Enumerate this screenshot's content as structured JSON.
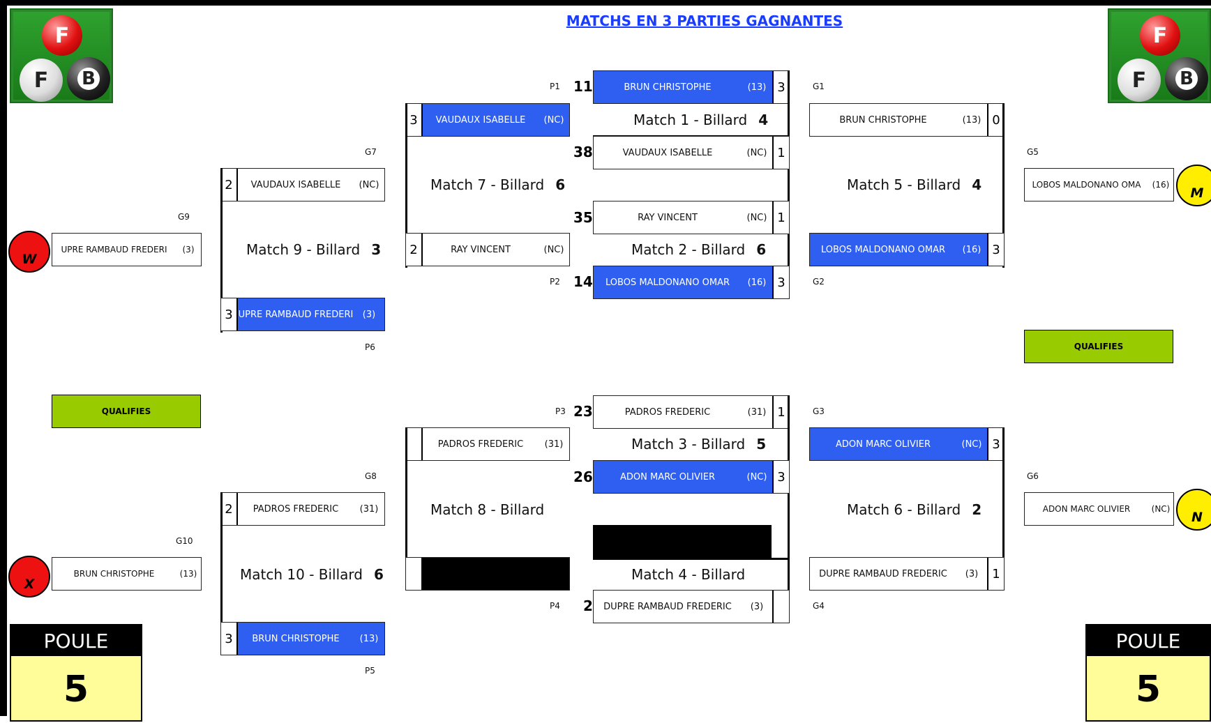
{
  "title": "MATCHS EN 3 PARTIES GAGNANTES",
  "logo": {
    "letters": [
      "F",
      "F",
      "B"
    ]
  },
  "tags": {
    "p1": "P1",
    "p2": "P2",
    "p3": "P3",
    "p4": "P4",
    "p5": "P5",
    "p6": "P6",
    "g1": "G1",
    "g2": "G2",
    "g3": "G3",
    "g4": "G4",
    "g5": "G5",
    "g6": "G6",
    "g7": "G7",
    "g8": "G8",
    "g9": "G9",
    "g10": "G10"
  },
  "seeds": {
    "p1": "11",
    "s38": "38",
    "s35": "35",
    "p2": "14",
    "p3": "23",
    "s26": "26",
    "p4": "2"
  },
  "matches": {
    "m1": {
      "label": "Match 1 - Billard",
      "table": "4"
    },
    "m2": {
      "label": "Match 2 - Billard",
      "table": "6"
    },
    "m3": {
      "label": "Match 3 - Billard",
      "table": "5"
    },
    "m4": {
      "label": "Match 4 - Billard",
      "table": ""
    },
    "m5": {
      "label": "Match 5 - Billard",
      "table": "4"
    },
    "m6": {
      "label": "Match 6 - Billard",
      "table": "2"
    },
    "m7": {
      "label": "Match 7 - Billard",
      "table": "6"
    },
    "m8": {
      "label": "Match 8 - Billard",
      "table": ""
    },
    "m9": {
      "label": "Match 9 - Billard",
      "table": "3"
    },
    "m10": {
      "label": "Match 10 - Billard",
      "table": "6"
    }
  },
  "players": {
    "m1a": {
      "name": "BRUN CHRISTOPHE",
      "rank": "(13)",
      "score": "3"
    },
    "m1b": {
      "name": "VAUDAUX ISABELLE",
      "rank": "(NC)",
      "score": "1"
    },
    "m2a": {
      "name": "RAY VINCENT",
      "rank": "(NC)",
      "score": "1"
    },
    "m2b": {
      "name": "LOBOS MALDONANO OMAR",
      "rank": "(16)",
      "score": "3"
    },
    "m3a": {
      "name": "PADROS FREDERIC",
      "rank": "(31)",
      "score": "1"
    },
    "m3b": {
      "name": "ADON MARC OLIVIER",
      "rank": "(NC)",
      "score": "3"
    },
    "m4b": {
      "name": "DUPRE RAMBAUD FREDERIC",
      "rank": "(3)",
      "score": ""
    },
    "m5a": {
      "name": "BRUN CHRISTOPHE",
      "rank": "(13)",
      "score": "0"
    },
    "m5b": {
      "name": "LOBOS MALDONANO OMAR",
      "rank": "(16)",
      "score": "3"
    },
    "m6a": {
      "name": "ADON MARC OLIVIER",
      "rank": "(NC)",
      "score": "3"
    },
    "m6b": {
      "name": "DUPRE RAMBAUD FREDERIC",
      "rank": "(3)",
      "score": "1"
    },
    "m7a": {
      "name": "VAUDAUX ISABELLE",
      "rank": "(NC)",
      "score": "3"
    },
    "m7b": {
      "name": "RAY VINCENT",
      "rank": "(NC)",
      "score": "2"
    },
    "m8a": {
      "name": "PADROS FREDERIC",
      "rank": "(31)",
      "score": ""
    },
    "m9a": {
      "name": "VAUDAUX ISABELLE",
      "rank": "(NC)",
      "score": "2"
    },
    "m9b": {
      "name": "UPRE RAMBAUD FREDERI",
      "rank": "(3)",
      "score": "3"
    },
    "m10a": {
      "name": "PADROS FREDERIC",
      "rank": "(31)",
      "score": "2"
    },
    "m10b": {
      "name": "BRUN CHRISTOPHE",
      "rank": "(13)",
      "score": "3"
    },
    "g9": {
      "name": "UPRE RAMBAUD FREDERI",
      "rank": "(3)"
    },
    "g10": {
      "name": "BRUN CHRISTOPHE",
      "rank": "(13)"
    },
    "g5": {
      "name": "LOBOS MALDONANO OMA",
      "rank": "(16)"
    },
    "g6": {
      "name": "ADON MARC OLIVIER",
      "rank": "(NC)"
    }
  },
  "qualifies": "QUALIFIES",
  "circles": {
    "w": "W",
    "x": "X",
    "m": "M",
    "n": "N"
  },
  "poule": {
    "label": "POULE",
    "number": "5"
  },
  "colors": {
    "winner": "#2e5ff0",
    "qualifies": "#99cc00",
    "poule_bg": "#fffd99",
    "title": "#1a3cff"
  }
}
